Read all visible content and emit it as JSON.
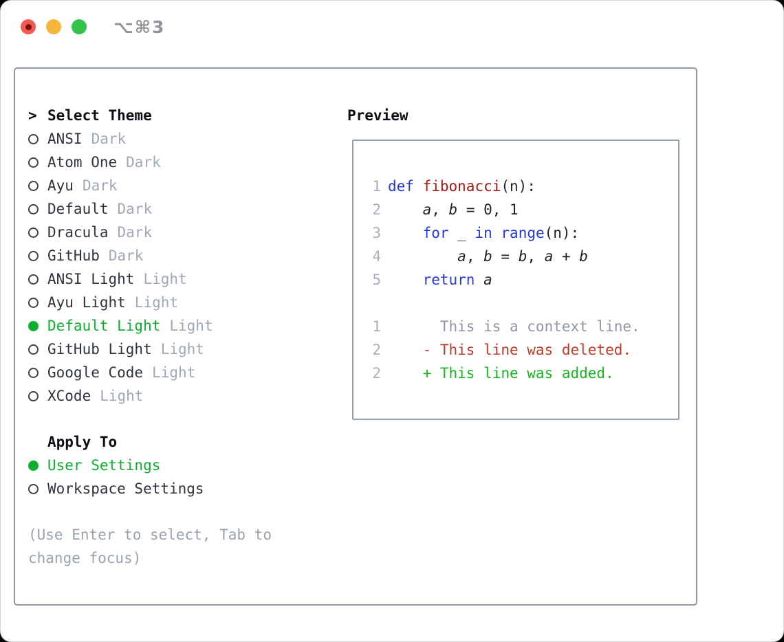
{
  "titlebar": {
    "title": "⌥⌘3"
  },
  "left": {
    "header": {
      "prompt": ">",
      "label": "Select Theme"
    },
    "themes": [
      {
        "name": "ANSI",
        "tag": "Dark",
        "selected": false
      },
      {
        "name": "Atom One",
        "tag": "Dark",
        "selected": false
      },
      {
        "name": "Ayu",
        "tag": "Dark",
        "selected": false
      },
      {
        "name": "Default",
        "tag": "Dark",
        "selected": false
      },
      {
        "name": "Dracula",
        "tag": "Dark",
        "selected": false
      },
      {
        "name": "GitHub",
        "tag": "Dark",
        "selected": false
      },
      {
        "name": "ANSI Light",
        "tag": "Light",
        "selected": false
      },
      {
        "name": "Ayu Light",
        "tag": "Light",
        "selected": false
      },
      {
        "name": "Default Light",
        "tag": "Light",
        "selected": true
      },
      {
        "name": "GitHub Light",
        "tag": "Light",
        "selected": false
      },
      {
        "name": "Google Code",
        "tag": "Light",
        "selected": false
      },
      {
        "name": "XCode",
        "tag": "Light",
        "selected": false
      }
    ],
    "apply_to": {
      "label": "Apply To",
      "options": [
        {
          "name": "User Settings",
          "selected": true
        },
        {
          "name": "Workspace Settings",
          "selected": false
        }
      ]
    },
    "help_lines": [
      "(Use Enter to select, Tab to",
      "change focus)"
    ]
  },
  "preview": {
    "label": "Preview",
    "code_lines": [
      {
        "num": "1",
        "tokens": [
          {
            "t": "def",
            "c": "kw"
          },
          {
            "t": " "
          },
          {
            "t": "fibonacci",
            "c": "fn"
          },
          {
            "t": "(n):"
          }
        ]
      },
      {
        "num": "2",
        "tokens": [
          {
            "t": "    "
          },
          {
            "t": "a",
            "c": "var"
          },
          {
            "t": ", "
          },
          {
            "t": "b",
            "c": "var"
          },
          {
            "t": " = 0, 1"
          }
        ]
      },
      {
        "num": "3",
        "tokens": [
          {
            "t": "    "
          },
          {
            "t": "for",
            "c": "kw"
          },
          {
            "t": " _ "
          },
          {
            "t": "in",
            "c": "kw"
          },
          {
            "t": " "
          },
          {
            "t": "range",
            "c": "kw"
          },
          {
            "t": "(n):"
          }
        ]
      },
      {
        "num": "4",
        "tokens": [
          {
            "t": "        "
          },
          {
            "t": "a",
            "c": "var"
          },
          {
            "t": ", "
          },
          {
            "t": "b",
            "c": "var"
          },
          {
            "t": " = "
          },
          {
            "t": "b",
            "c": "var"
          },
          {
            "t": ", "
          },
          {
            "t": "a",
            "c": "var"
          },
          {
            "t": " + "
          },
          {
            "t": "b",
            "c": "var"
          }
        ]
      },
      {
        "num": "5",
        "tokens": [
          {
            "t": "    "
          },
          {
            "t": "return",
            "c": "kw"
          },
          {
            "t": " "
          },
          {
            "t": "a",
            "c": "var"
          }
        ]
      }
    ],
    "diff_lines": [
      {
        "num": "1",
        "type": "context",
        "text": "      This is a context line."
      },
      {
        "num": "2",
        "type": "deleted",
        "text": "    - This line was deleted."
      },
      {
        "num": "2",
        "type": "added",
        "text": "    + This line was added."
      }
    ]
  },
  "colors": {
    "selection_green": "#0db02d",
    "added_green": "#14b81e",
    "deleted_red": "#c23a28",
    "keyword_blue": "#2337dd",
    "function_red": "#a31815",
    "tag_gray": "#9fa8b4",
    "help_gray": "#98a2ae",
    "line_number_gray": "#a5afbd",
    "context_gray": "#8d96a2",
    "panel_border": "#8e97a4",
    "traffic_red": "#f25a4f",
    "traffic_yellow": "#f5b63d",
    "traffic_green": "#33c348"
  }
}
